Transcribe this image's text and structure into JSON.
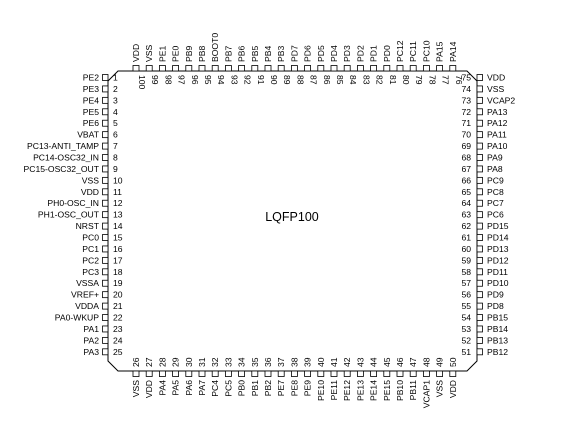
{
  "package_label": "LQFP100",
  "left_pins": [
    {
      "num": "1",
      "name": "PE2"
    },
    {
      "num": "2",
      "name": "PE3"
    },
    {
      "num": "3",
      "name": "PE4"
    },
    {
      "num": "4",
      "name": "PE5"
    },
    {
      "num": "5",
      "name": "PE6"
    },
    {
      "num": "6",
      "name": "VBAT"
    },
    {
      "num": "7",
      "name": "PC13-ANTI_TAMP"
    },
    {
      "num": "8",
      "name": "PC14-OSC32_IN"
    },
    {
      "num": "9",
      "name": "PC15-OSC32_OUT"
    },
    {
      "num": "10",
      "name": "VSS"
    },
    {
      "num": "11",
      "name": "VDD"
    },
    {
      "num": "12",
      "name": "PH0-OSC_IN"
    },
    {
      "num": "13",
      "name": "PH1-OSC_OUT"
    },
    {
      "num": "14",
      "name": "NRST"
    },
    {
      "num": "15",
      "name": "PC0"
    },
    {
      "num": "16",
      "name": "PC1"
    },
    {
      "num": "17",
      "name": "PC2"
    },
    {
      "num": "18",
      "name": "PC3"
    },
    {
      "num": "19",
      "name": "VSSA"
    },
    {
      "num": "20",
      "name": "VREF+"
    },
    {
      "num": "21",
      "name": "VDDA"
    },
    {
      "num": "22",
      "name": "PA0-WKUP"
    },
    {
      "num": "23",
      "name": "PA1"
    },
    {
      "num": "24",
      "name": "PA2"
    },
    {
      "num": "25",
      "name": "PA3"
    }
  ],
  "bottom_pins": [
    {
      "num": "26",
      "name": "VSS"
    },
    {
      "num": "27",
      "name": "VDD"
    },
    {
      "num": "28",
      "name": "PA4"
    },
    {
      "num": "29",
      "name": "PA5"
    },
    {
      "num": "30",
      "name": "PA6"
    },
    {
      "num": "31",
      "name": "PA7"
    },
    {
      "num": "32",
      "name": "PC4"
    },
    {
      "num": "33",
      "name": "PC5"
    },
    {
      "num": "34",
      "name": "PB0"
    },
    {
      "num": "35",
      "name": "PB1"
    },
    {
      "num": "36",
      "name": "PB2"
    },
    {
      "num": "37",
      "name": "PE7"
    },
    {
      "num": "38",
      "name": "PE8"
    },
    {
      "num": "39",
      "name": "PE9"
    },
    {
      "num": "40",
      "name": "PE10"
    },
    {
      "num": "41",
      "name": "PE11"
    },
    {
      "num": "42",
      "name": "PE12"
    },
    {
      "num": "43",
      "name": "PE13"
    },
    {
      "num": "44",
      "name": "PE14"
    },
    {
      "num": "45",
      "name": "PE15"
    },
    {
      "num": "46",
      "name": "PB10"
    },
    {
      "num": "47",
      "name": "PB11"
    },
    {
      "num": "48",
      "name": "VCAP1"
    },
    {
      "num": "49",
      "name": "VSS"
    },
    {
      "num": "50",
      "name": "VDD"
    }
  ],
  "right_pins": [
    {
      "num": "75",
      "name": "VDD"
    },
    {
      "num": "74",
      "name": "VSS"
    },
    {
      "num": "73",
      "name": "VCAP2"
    },
    {
      "num": "72",
      "name": "PA13"
    },
    {
      "num": "71",
      "name": "PA12"
    },
    {
      "num": "70",
      "name": "PA11"
    },
    {
      "num": "69",
      "name": "PA10"
    },
    {
      "num": "68",
      "name": "PA9"
    },
    {
      "num": "67",
      "name": "PA8"
    },
    {
      "num": "66",
      "name": "PC9"
    },
    {
      "num": "65",
      "name": "PC8"
    },
    {
      "num": "64",
      "name": "PC7"
    },
    {
      "num": "63",
      "name": "PC6"
    },
    {
      "num": "62",
      "name": "PD15"
    },
    {
      "num": "61",
      "name": "PD14"
    },
    {
      "num": "60",
      "name": "PD13"
    },
    {
      "num": "59",
      "name": "PD12"
    },
    {
      "num": "58",
      "name": "PD11"
    },
    {
      "num": "57",
      "name": "PD10"
    },
    {
      "num": "56",
      "name": "PD9"
    },
    {
      "num": "55",
      "name": "PD8"
    },
    {
      "num": "54",
      "name": "PB15"
    },
    {
      "num": "53",
      "name": "PB14"
    },
    {
      "num": "52",
      "name": "PB13"
    },
    {
      "num": "51",
      "name": "PB12"
    }
  ],
  "top_pins": [
    {
      "num": "100",
      "name": "VDD"
    },
    {
      "num": "99",
      "name": "VSS"
    },
    {
      "num": "98",
      "name": "PE1"
    },
    {
      "num": "97",
      "name": "PE0"
    },
    {
      "num": "96",
      "name": "PB9"
    },
    {
      "num": "95",
      "name": "PB8"
    },
    {
      "num": "94",
      "name": "BOOT0"
    },
    {
      "num": "93",
      "name": "PB7"
    },
    {
      "num": "92",
      "name": "PB6"
    },
    {
      "num": "91",
      "name": "PB5"
    },
    {
      "num": "90",
      "name": "PB4"
    },
    {
      "num": "89",
      "name": "PB3"
    },
    {
      "num": "88",
      "name": "PD7"
    },
    {
      "num": "87",
      "name": "PD6"
    },
    {
      "num": "86",
      "name": "PD5"
    },
    {
      "num": "85",
      "name": "PD4"
    },
    {
      "num": "84",
      "name": "PD3"
    },
    {
      "num": "83",
      "name": "PD2"
    },
    {
      "num": "82",
      "name": "PD1"
    },
    {
      "num": "81",
      "name": "PD0"
    },
    {
      "num": "80",
      "name": "PC12"
    },
    {
      "num": "79",
      "name": "PC11"
    },
    {
      "num": "78",
      "name": "PC10"
    },
    {
      "num": "77",
      "name": "PA15"
    },
    {
      "num": "76",
      "name": "PA14"
    }
  ]
}
